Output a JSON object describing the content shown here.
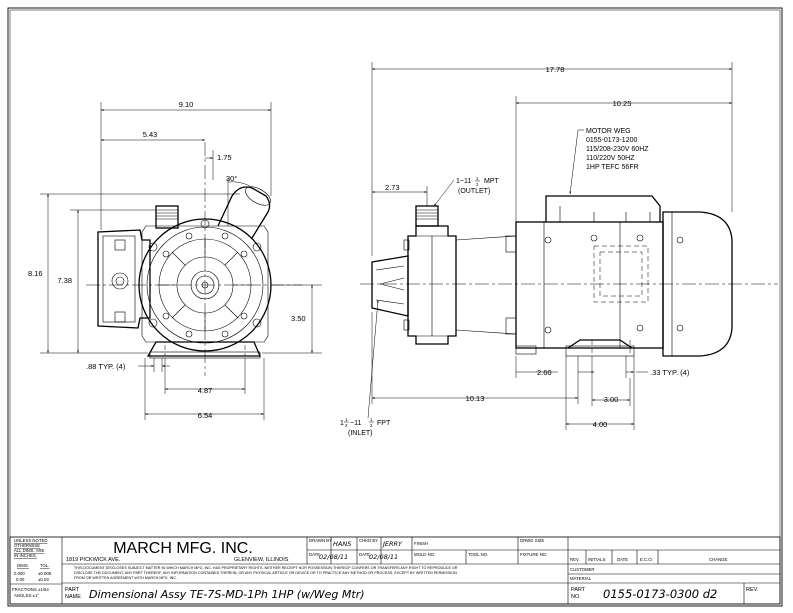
{
  "dimensions": {
    "overall_width": "9.10",
    "inlet_to_center": "5.43",
    "outlet_offset": "1.75",
    "outlet_angle": "30°",
    "overall_height": "8.16",
    "outlet_height": "7.38",
    "shaft_height": "3.50",
    "foot_hole": ".88 TYP. (4)",
    "foot_spacing": "4.87",
    "foot_width": "6.54",
    "overall_length": "17.78",
    "motor_length": "10.25",
    "outlet_to_face": "2.73",
    "face_to_foot": "10.13",
    "foot_hole_offset": "2.60",
    "mount_hole": ".33 TYP. (4)",
    "foot_hole_spacing": "3.00",
    "foot_length": "4.00"
  },
  "notes": {
    "outlet_line1": "1−11",
    "outlet_frac_n": "1",
    "outlet_frac_d": "2",
    "outlet_mpt": "MPT",
    "outlet_label": "(OUTLET)",
    "inlet_line1_a": "1",
    "inlet_line1_b": "−11",
    "inlet_fpt": "FPT",
    "inlet_label": "(INLET)",
    "motor": [
      "MOTOR WEG",
      "0155-0173-1200",
      "115/208-230V 60HZ",
      "110/220V 50HZ",
      "1HP TEFC 56FR"
    ]
  },
  "title_block": {
    "tolerance_header": [
      "UNLESS NOTED",
      "OTHERWISE",
      "ALL DIMS. ARE",
      "IN INCHES."
    ],
    "dims_label": "DIMS.",
    "tol_label": "TOL.",
    "tol_rows": [
      [
        "0.000",
        "±0.005"
      ],
      [
        "0.00",
        "±0.03"
      ]
    ],
    "fractions": "FRACTIONS ±1/64",
    "angles": "ANGLES  ±1°",
    "company": "MARCH MFG. INC.",
    "address": "1819 PICKWICK AVE.",
    "city": "GLENVIEW, ILLINOIS",
    "drawn_by_label": "DRAWN BY",
    "drawn_by": "HANS",
    "chkd_by_label": "CHKD BY",
    "chkd_by": "JERRY",
    "finish_label": "FINISH",
    "drwg_size_label": "DRWG SIZE",
    "date_label": "DATE",
    "drawn_date": "02/08/11",
    "chkd_date": "02/08/11",
    "mold_label": "MOLD NO.",
    "tool_label": "TOOL NO.",
    "fixture_label": "FIXTURE NO.",
    "disclaimer": [
      "THIS DOCUMENT DISCLOSES SUBJECT MATTER IN WHICH MARCH MFG. INC. HAS PROPRIETARY RIGHTS. NEITHER RECEIPT NOR POSSESSION THEREOF CONFERS OR TRANSFERS ANY RIGHT TO REPRODUCE OR",
      "DISCLOSE THE DOCUMENT, ANY PART THEREOF, ANY INFORMATION CONTAINED THEREIN, OR ANY PHYSICAL ARTICLE OR DEVICE OR TO PRACTICE ANY METHOD OR PROCESS, EXCEPT BY WRITTEN PERMISSION",
      "FROM OR WRITTEN AGREEMENT WITH MARCH MFG. INC."
    ],
    "part_name_label_1": "PART",
    "part_name_label_2": "NAME",
    "part_name": "Dimensional Assy TE-7S-MD-1Ph 1HP (w/Weg Mtr)",
    "part_no_label_1": "PART",
    "part_no_label_2": "NO.",
    "part_no": "0155-0173-0300 d2",
    "rev_label": "REV.",
    "rev_headers": [
      "REV.",
      "INITIALS",
      "DATE",
      "E.C.O.",
      "CHANGE"
    ],
    "customer_label": "CUSTOMER",
    "material_label": "MATERIAL"
  }
}
